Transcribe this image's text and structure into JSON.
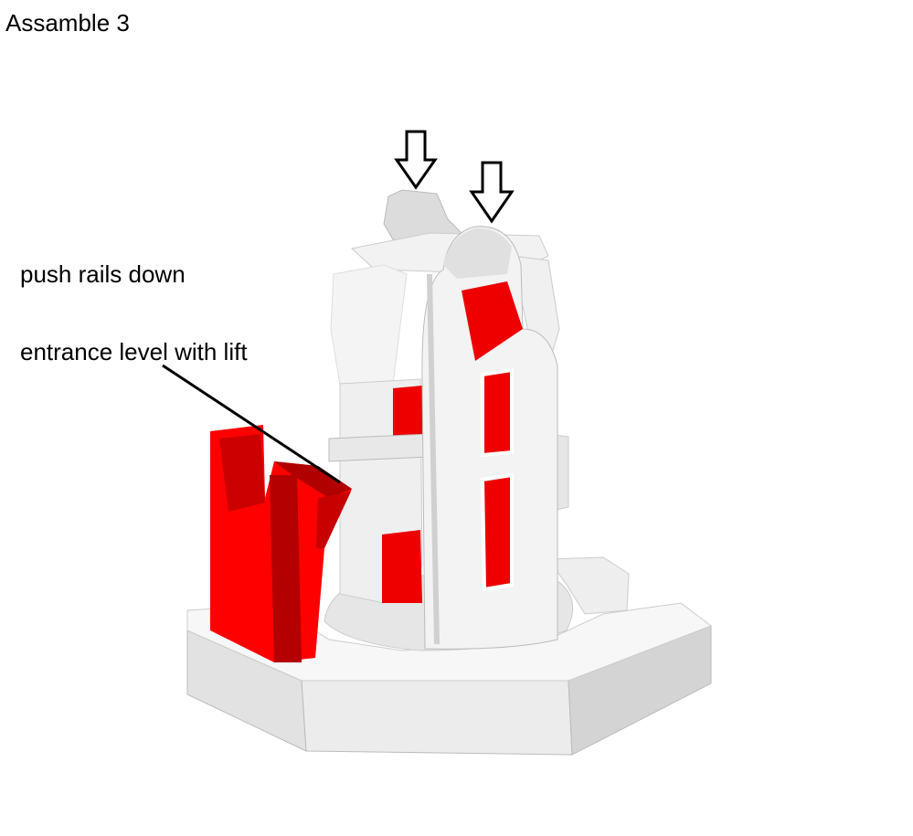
{
  "title": "Assamble 3",
  "annotations": {
    "push": "push rails down",
    "entrance": "entrance level with lift"
  },
  "colors": {
    "part_red": "#ff0000",
    "part_red_dark": "#b00000",
    "part_white": "#ffffff",
    "shade": "#d8d8d8"
  }
}
